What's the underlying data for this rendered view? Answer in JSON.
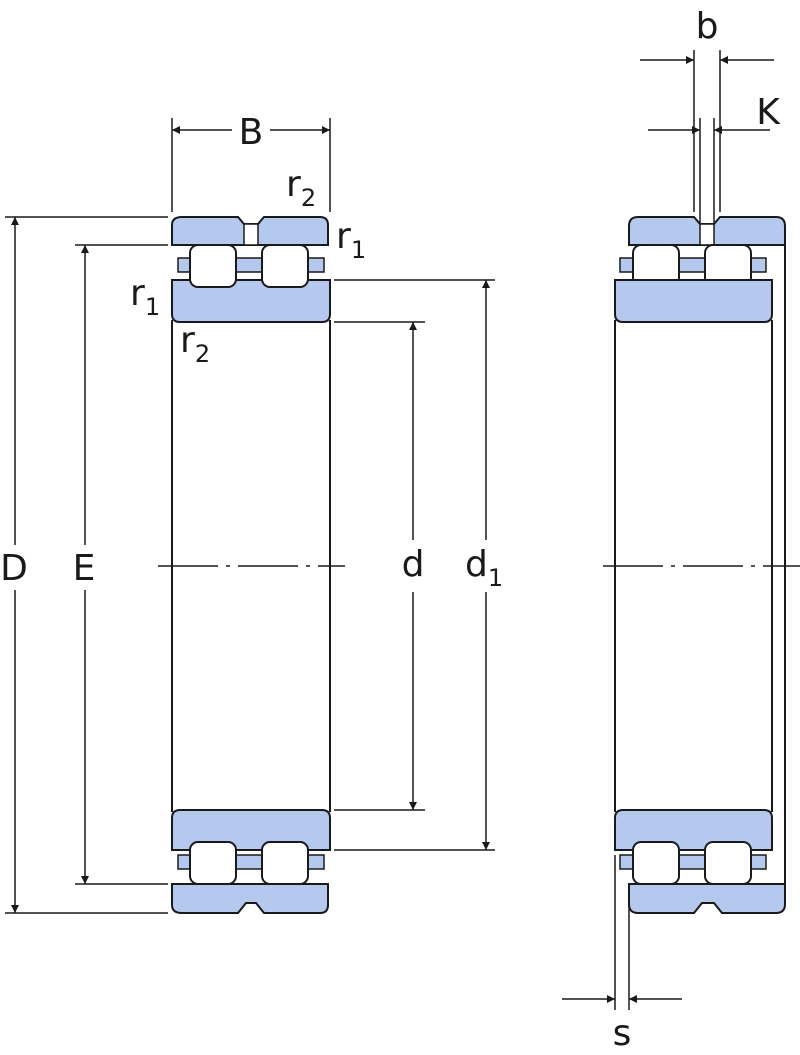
{
  "colors": {
    "ring_fill": "#b5c9ee",
    "line": "#1a1a1a",
    "background": "#ffffff"
  },
  "labels": {
    "B": "B",
    "D": "D",
    "E": "E",
    "d": "d",
    "d1_main": "d",
    "d1_sub": "1",
    "r1_top_main": "r",
    "r1_top_sub": "1",
    "r2_top_main": "r",
    "r2_top_sub": "2",
    "r1_left_main": "r",
    "r1_left_sub": "1",
    "r2_left_main": "r",
    "r2_left_sub": "2",
    "b": "b",
    "K": "K",
    "s": "s"
  }
}
